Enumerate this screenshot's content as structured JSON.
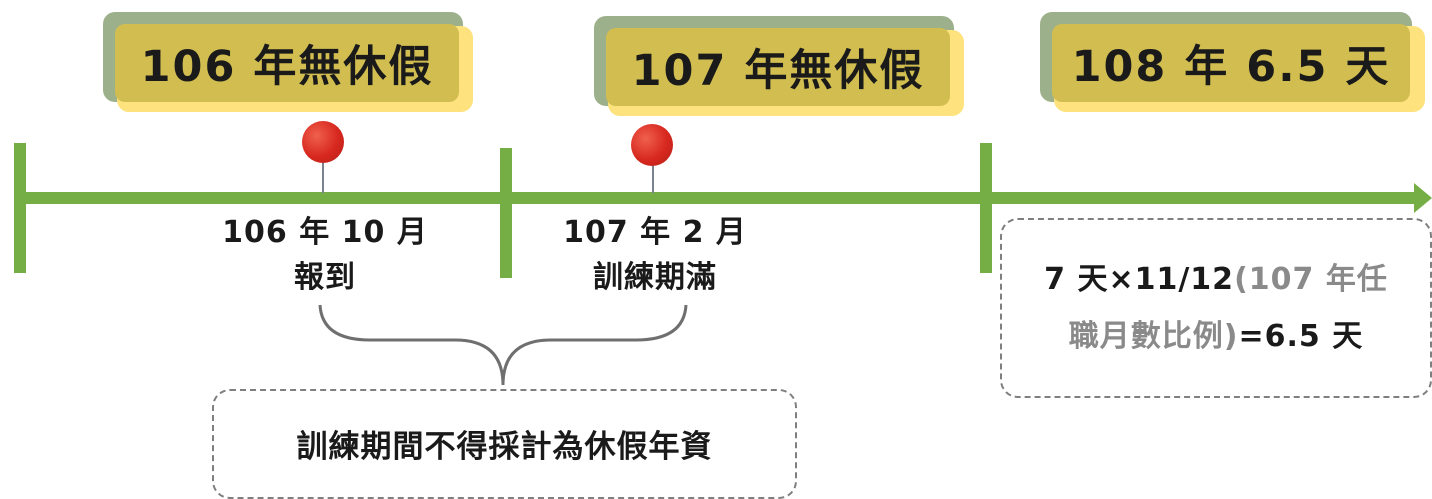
{
  "cards": {
    "y106": "106 年無休假",
    "y107": "107 年無休假",
    "y108": "108 年 6.5 天"
  },
  "events": {
    "e106_date": "106 年 10 月",
    "e106_text": "報到",
    "e107_date": "107 年 2 月",
    "e107_text": "訓練期滿"
  },
  "note": "訓練期間不得採計為休假年資",
  "calc": {
    "part1": "7 天×11/12",
    "part2": "(107 年任",
    "part3": "職月數比例)",
    "part4": "=6.5 天"
  },
  "colors": {
    "timeline": "#75ae45",
    "card_face": "#d1bd50",
    "card_shadow_green": "#9db08c",
    "card_shadow_yellow": "#fde27e",
    "pin": "#d7281f",
    "gray_text": "#8a8a8a"
  }
}
